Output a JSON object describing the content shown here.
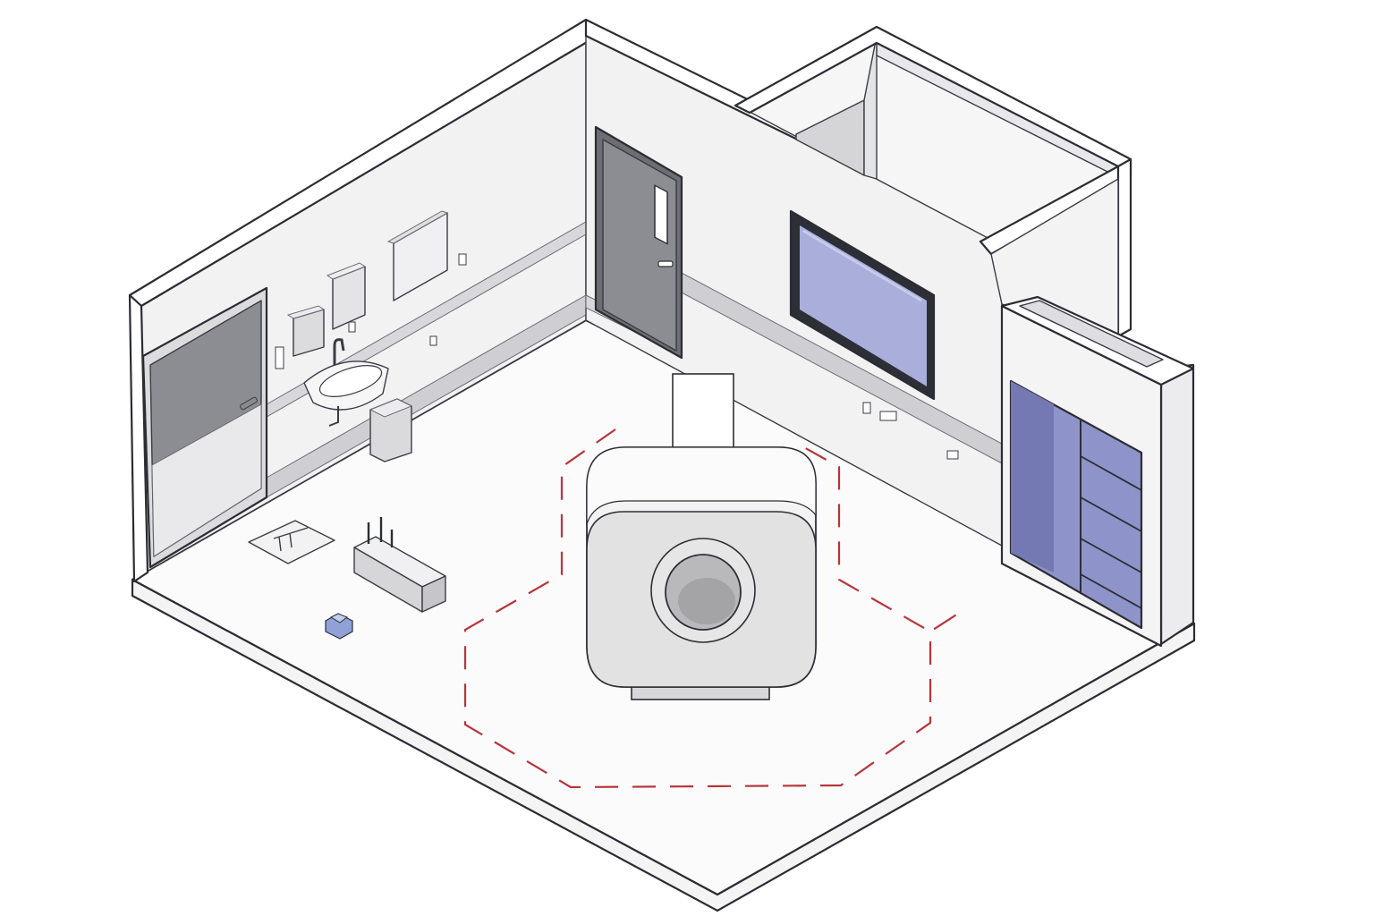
{
  "scene": {
    "view": "isometric",
    "subject": "mri-scanner-room",
    "labels": [],
    "colors": {
      "floor": "#fbfbfb",
      "wall": "#f2f2f3",
      "wall_shade": "#e9e9eb",
      "wall_dark": "#d9d9dc",
      "baseboard": "#cfcfd3",
      "door": "#8c8d92",
      "door_dark": "#6f7076",
      "window_glass": "#a9aedb",
      "window_frame": "#2d2f36",
      "cabinet_interior": "#8e93c9",
      "cabinet_interior_dark": "#7479b3",
      "scanner_body": "#f3f3f3",
      "scanner_shade": "#e2e2e2",
      "scanner_bore": "#b9b9bb",
      "safety_line": "#b8343b",
      "floor_plug": "#8fa1d6"
    },
    "objects": [
      {
        "name": "mri-scanner",
        "icon": "mri-scanner-icon"
      },
      {
        "name": "observation-window",
        "icon": "window-icon"
      },
      {
        "name": "rear-door",
        "icon": "door-icon"
      },
      {
        "name": "side-door",
        "icon": "door-icon"
      },
      {
        "name": "storage-cabinet",
        "icon": "cabinet-icon"
      },
      {
        "name": "hand-sink",
        "icon": "sink-icon"
      },
      {
        "name": "soap-dispenser",
        "icon": "dispenser-icon"
      },
      {
        "name": "paper-towel-dispenser",
        "icon": "dispenser-icon"
      },
      {
        "name": "wall-panel",
        "icon": "panel-icon"
      },
      {
        "name": "waste-bin",
        "icon": "bin-icon"
      },
      {
        "name": "floor-drain",
        "icon": "drain-icon"
      },
      {
        "name": "cable-trough",
        "icon": "trough-icon"
      },
      {
        "name": "floor-connector",
        "icon": "connector-icon"
      },
      {
        "name": "safety-zone-boundary",
        "icon": "dashed-boundary-icon"
      }
    ]
  }
}
